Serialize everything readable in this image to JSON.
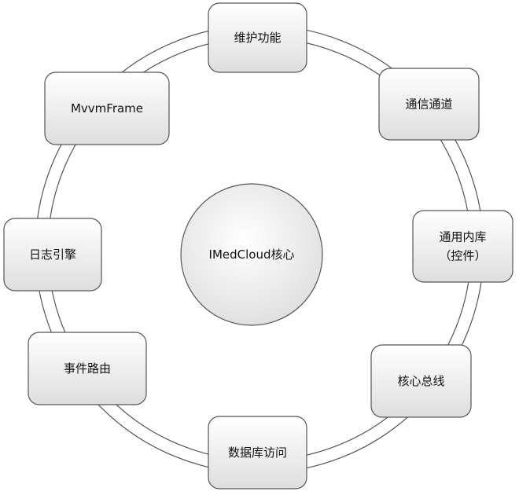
{
  "diagram": {
    "center": {
      "label": "IMedCloud核心"
    },
    "nodes": [
      {
        "id": "maintenance",
        "lines": [
          "维护功能"
        ]
      },
      {
        "id": "comm-channel",
        "lines": [
          "通信通道"
        ]
      },
      {
        "id": "common-lib",
        "lines": [
          "通用内库",
          "（控件）"
        ]
      },
      {
        "id": "core-bus",
        "lines": [
          "核心总线"
        ]
      },
      {
        "id": "data-access",
        "lines": [
          "数据库访问"
        ]
      },
      {
        "id": "event-routing",
        "lines": [
          "事件路由"
        ]
      },
      {
        "id": "log-engine",
        "lines": [
          "日志引擎"
        ]
      },
      {
        "id": "mvvm-frame",
        "lines": [
          "MvvmFrame"
        ]
      }
    ],
    "colors": {
      "stroke": "#555555",
      "box_light": "#ffffff",
      "box_dark": "#dedede"
    }
  }
}
